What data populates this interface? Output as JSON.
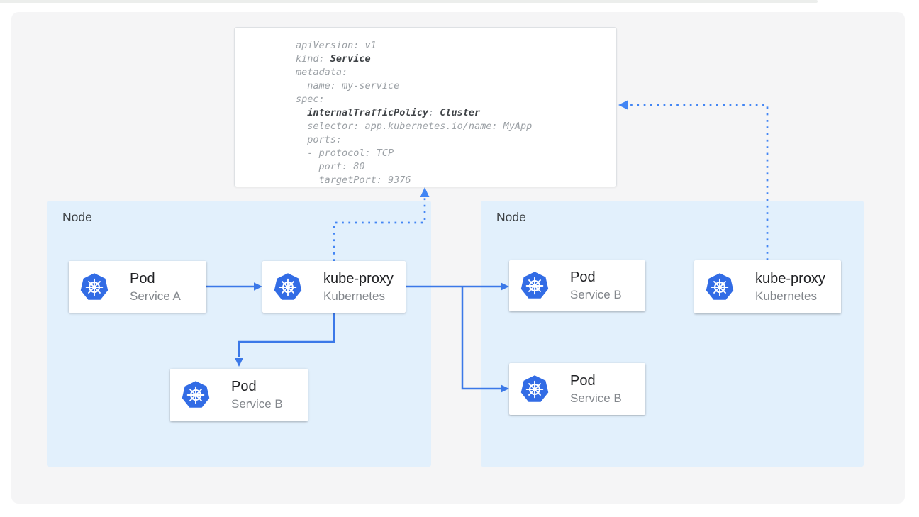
{
  "diagram": {
    "description": "Kubernetes Service internalTrafficPolicy routing diagram",
    "colors": {
      "panel_bg": "#f5f5f6",
      "node_bg": "#e2f0fc",
      "solid_arrow": "#3b78e8",
      "dotted_arrow": "#4285f4",
      "kubernetes_blue": "#326ce5",
      "card_title": "#202124",
      "card_subtitle": "#82868b",
      "code_normal": "#9ca1a6",
      "code_bold": "#3f4347"
    }
  },
  "code_panel": {
    "language": "yaml",
    "lines": [
      [
        {
          "t": "apiVersion: v1"
        }
      ],
      [
        {
          "t": "kind: "
        },
        {
          "t": "Service",
          "b": 1
        }
      ],
      [
        {
          "t": "metadata:"
        }
      ],
      [
        {
          "t": "  name: my-service"
        }
      ],
      [
        {
          "t": "spec:"
        }
      ],
      [
        {
          "t": "  "
        },
        {
          "t": "internalTrafficPolicy",
          "b": 1
        },
        {
          "t": ": "
        },
        {
          "t": "Cluster",
          "b": 1
        }
      ],
      [
        {
          "t": "  selector: app.kubernetes.io/name: MyApp"
        }
      ],
      [
        {
          "t": "  ports:"
        }
      ],
      [
        {
          "t": "  - protocol: TCP"
        }
      ],
      [
        {
          "t": "    port: 80"
        }
      ],
      [
        {
          "t": "    targetPort: 9376"
        }
      ]
    ]
  },
  "nodes": {
    "left": {
      "label": "Node"
    },
    "right": {
      "label": "Node"
    }
  },
  "cards": {
    "pod_a": {
      "title": "Pod",
      "subtitle": "Service A"
    },
    "kube_proxy_left": {
      "title": "kube-proxy",
      "subtitle": "Kubernetes"
    },
    "pod_b_left": {
      "title": "Pod",
      "subtitle": "Service B"
    },
    "pod_b_right_top": {
      "title": "Pod",
      "subtitle": "Service B"
    },
    "pod_b_right_bot": {
      "title": "Pod",
      "subtitle": "Service B"
    },
    "kube_proxy_right": {
      "title": "kube-proxy",
      "subtitle": "Kubernetes"
    }
  },
  "icons": {
    "kubernetes": "kubernetes-helm-wheel"
  },
  "edges": [
    {
      "from": "pod-service-a",
      "to": "kube-proxy-left",
      "style": "solid-arrow"
    },
    {
      "from": "kube-proxy-left",
      "to": "pod-service-b-left",
      "style": "solid-arrow"
    },
    {
      "from": "kube-proxy-left",
      "to": "pod-service-b-right-top",
      "style": "solid-arrow"
    },
    {
      "from": "kube-proxy-left",
      "to": "pod-service-b-right-bot",
      "style": "solid-arrow"
    },
    {
      "from": "kube-proxy-left",
      "to": "service-yaml",
      "style": "dotted-arrow"
    },
    {
      "from": "kube-proxy-right",
      "to": "service-yaml",
      "style": "dotted-arrow"
    }
  ]
}
